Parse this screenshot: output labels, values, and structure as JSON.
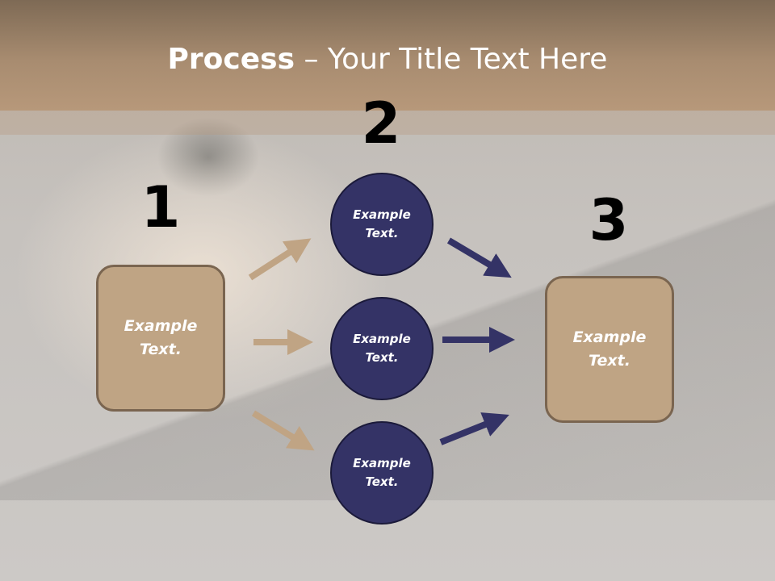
{
  "title": {
    "bold": "Process",
    "rest": " – Your Title Text Here"
  },
  "steps": [
    {
      "number": "1",
      "label": "Example Text."
    },
    {
      "number": "2",
      "labels": [
        "Example Text.",
        "Example Text.",
        "Example Text."
      ]
    },
    {
      "number": "3",
      "label": "Example Text."
    }
  ],
  "colors": {
    "header": "#a88c70",
    "box_fill": "#bfa484",
    "circle_fill": "#343366",
    "arrow_tan": "#bfa484",
    "arrow_navy": "#343366"
  }
}
